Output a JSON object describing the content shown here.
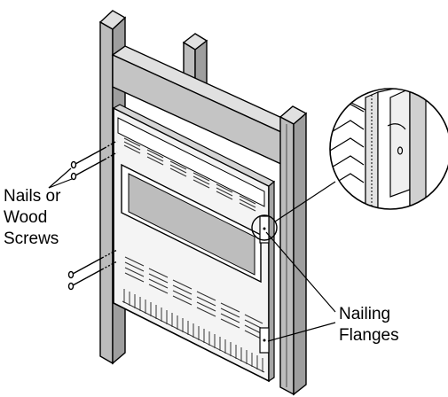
{
  "diagram": {
    "labels": {
      "nails_or_wood_screws": [
        "Nails or",
        "Wood",
        "Screws"
      ],
      "nailing_flanges": [
        "Nailing",
        "Flanges"
      ]
    },
    "colors": {
      "line": "#000000",
      "wood_fill": "#c8c8c8",
      "wood_fill_dark": "#a9a9a9",
      "panel_fill": "#ffffff",
      "glass_fill": "#bdbdbd",
      "vent_slot": "#555555"
    }
  }
}
